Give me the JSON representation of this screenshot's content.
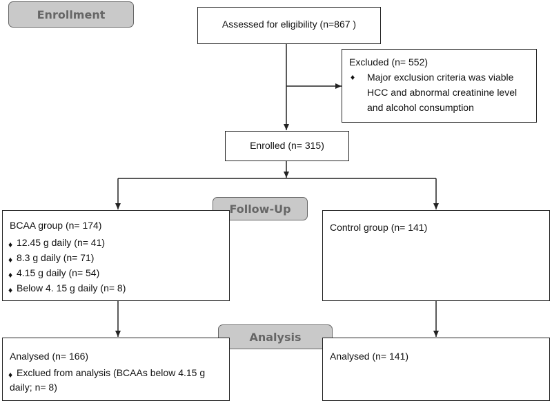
{
  "stages": {
    "enrollment": "Enrollment",
    "followup": "Follow-Up",
    "analysis": "Analysis"
  },
  "assessed": {
    "text": "Assessed for eligibility (n=867 )"
  },
  "excluded": {
    "title": "Excluded  (n= 552)",
    "bullet": "♦",
    "lines": [
      "Major exclusion criteria was viable",
      "HCC and abnormal creatinine level",
      "and alcohol consumption"
    ]
  },
  "enrolled": {
    "text": "Enrolled (n= 315)"
  },
  "bcaa": {
    "title": "BCAA group (n= 174)",
    "bullet": "♦",
    "items": [
      "12.45 g daily (n= 41)",
      "8.3 g daily (n= 71)",
      "4.15 g daily (n= 54)",
      "Below 4. 15 g daily (n= 8)"
    ]
  },
  "control": {
    "title": "Control group (n=  141)"
  },
  "analysed_bcaa": {
    "title": "Analysed (n=  166)",
    "bullet": "♦",
    "lines": [
      "Exclued from analysis (BCAAs below 4.15 g",
      "daily; n= 8)"
    ]
  },
  "analysed_control": {
    "title": "Analysed (n=  141)"
  }
}
